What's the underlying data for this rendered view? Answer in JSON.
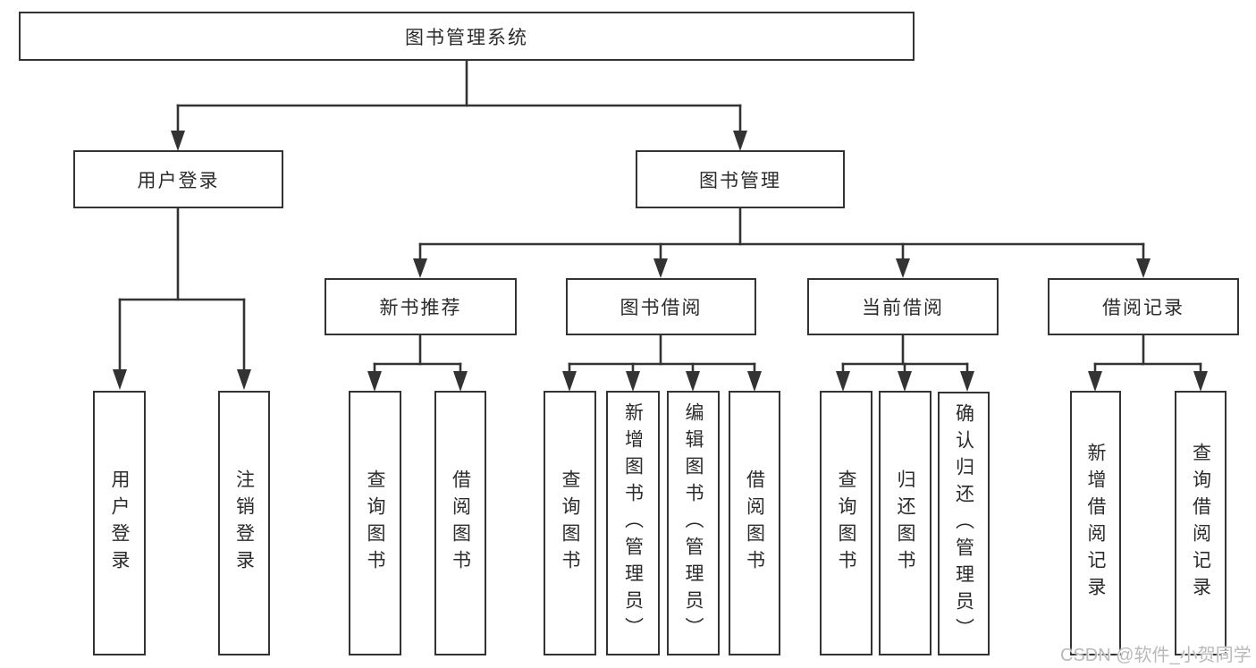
{
  "tree": {
    "label": "图书管理系统",
    "children": [
      {
        "label": "用户登录",
        "children": [
          {
            "label": "用户登录"
          },
          {
            "label": "注销登录"
          }
        ]
      },
      {
        "label": "图书管理",
        "children": [
          {
            "label": "新书推荐",
            "children": [
              {
                "label": "查询图书"
              },
              {
                "label": "借阅图书"
              }
            ]
          },
          {
            "label": "图书借阅",
            "children": [
              {
                "label": "查询图书"
              },
              {
                "label": "新增图书（管理员）"
              },
              {
                "label": "编辑图书（管理员）"
              },
              {
                "label": "借阅图书"
              }
            ]
          },
          {
            "label": "当前借阅",
            "children": [
              {
                "label": "查询图书"
              },
              {
                "label": "归还图书"
              },
              {
                "label": "确认归还（管理员）"
              }
            ]
          },
          {
            "label": "借阅记录",
            "children": [
              {
                "label": "新增借阅记录"
              },
              {
                "label": "查询借阅记录"
              }
            ]
          }
        ]
      }
    ]
  },
  "watermark": {
    "text": "CSDN @软件_小贺同学"
  },
  "colors": {
    "line": "#333333",
    "text": "#2b2b2b",
    "watermark": "#b9b9b9",
    "bg": "#ffffff"
  }
}
